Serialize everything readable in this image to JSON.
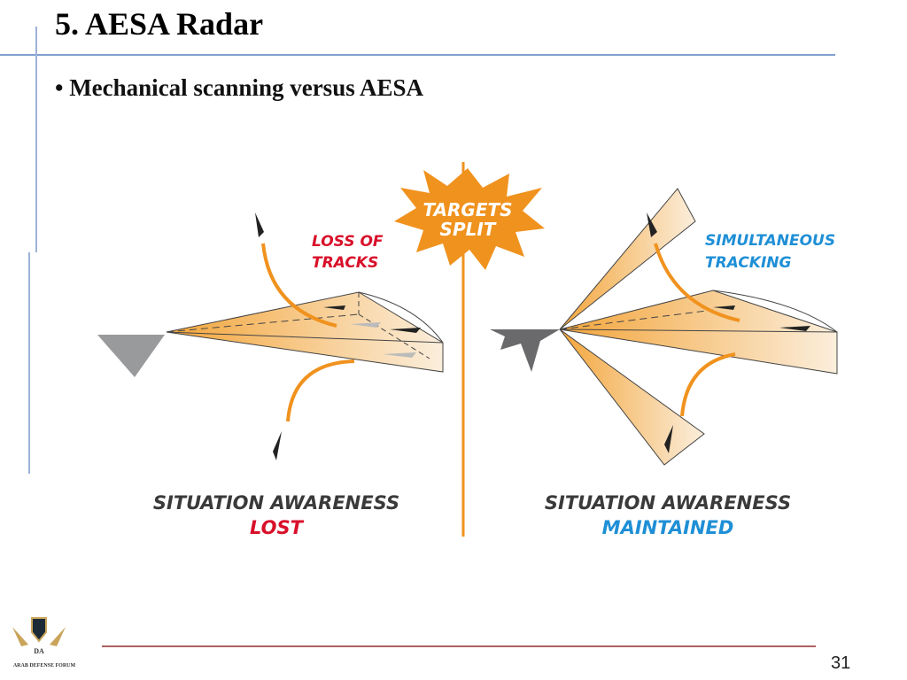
{
  "slide": {
    "title": "5. AESA Radar",
    "bullet": "• Mechanical scanning versus AESA",
    "page_number": "31"
  },
  "diagram": {
    "burst_line1": "TARGETS",
    "burst_line2": "SPLIT",
    "left": {
      "callout_line1": "LOSS OF",
      "callout_line2": "TRACKS",
      "caption": "SITUATION AWARENESS",
      "status": "LOST"
    },
    "right": {
      "callout_line1": "SIMULTANEOUS",
      "callout_line2": "TRACKING",
      "caption": "SITUATION AWARENESS",
      "status": "MAINTAINED"
    }
  },
  "footer": {
    "logo_text": "ARAB DEFENSE FORUM",
    "logo_initials": "DA"
  },
  "colors": {
    "orange": "#f0921e",
    "red": "#d8102a",
    "blue": "#1f8fd6",
    "gray": "#999a9c"
  }
}
